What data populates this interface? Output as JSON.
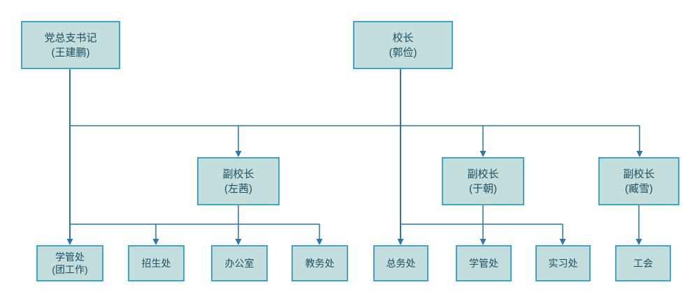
{
  "diagram": {
    "type": "org-chart",
    "nodes": {
      "party_secretary": {
        "title": "党总支书记",
        "name": "(王建鹏)"
      },
      "principal": {
        "title": "校长",
        "name": "(郭俭)"
      },
      "vp_zuo": {
        "title": "副校长",
        "name": "(左茜)"
      },
      "vp_yu": {
        "title": "副校长",
        "name": "(于朝)"
      },
      "vp_zang": {
        "title": "副校长",
        "name": "(臧雪)"
      },
      "dept_xueguan_tuan": {
        "title": "学管处",
        "name": "(团工作)"
      },
      "dept_zhaosheng": {
        "title": "招生处"
      },
      "dept_bangongshi": {
        "title": "办公室"
      },
      "dept_jiaowu": {
        "title": "教务处"
      },
      "dept_zongwu": {
        "title": "总务处"
      },
      "dept_xueguan": {
        "title": "学管处"
      },
      "dept_shixi": {
        "title": "实习处"
      },
      "dept_gonghui": {
        "title": "工会"
      }
    },
    "colors": {
      "node_fill": "#c3dedc",
      "node_border": "#3fa6c7",
      "connector": "#2b77a7",
      "text": "#1d5064",
      "background": "#ffffff"
    }
  }
}
